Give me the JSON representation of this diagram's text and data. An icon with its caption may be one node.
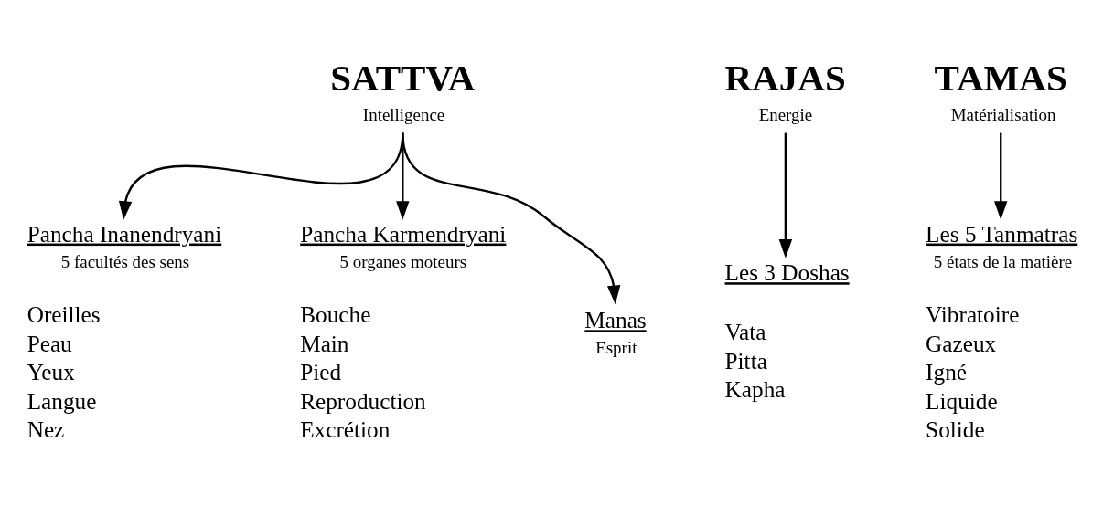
{
  "diagram": {
    "nodes": [
      {
        "text": [
          "SATTVA",
          "Intelligence"
        ]
      },
      {
        "text": [
          "RAJAS",
          "Energie"
        ]
      },
      {
        "text": [
          "TAMAS",
          "Matérialisation"
        ]
      },
      {
        "text": [
          "Pancha Inanendryani",
          "5 facultés des sens"
        ],
        "beside": [
          "Oreilles",
          "Peau",
          "Yeux",
          "Langue",
          "Nez"
        ]
      },
      {
        "text": [
          "Pancha Karmendryani",
          "5 organes moteurs"
        ],
        "beside": [
          "Bouche",
          "Main",
          "Pied",
          "Reproduction",
          "Excrétion"
        ]
      },
      {
        "text": [
          "Manas",
          "Esprit"
        ]
      },
      {
        "text": [
          "Les 3 Doshas"
        ],
        "beside": [
          "Vata",
          "Pitta",
          "Kapha"
        ]
      },
      {
        "text": [
          "Les 5 Tanmatras",
          "5 états de la matière"
        ],
        "beside": [
          "Vibratoire",
          "Gazeux",
          "Igné",
          "Liquide",
          "Solide"
        ]
      }
    ],
    "edges": [
      {
        "from": 0,
        "to": 3,
        "arrow": "to"
      },
      {
        "from": 0,
        "to": 4,
        "arrow": "to"
      },
      {
        "from": 0,
        "to": 5,
        "arrow": "to"
      },
      {
        "from": 1,
        "to": 6,
        "arrow": "to"
      },
      {
        "from": 2,
        "to": 7,
        "arrow": "to"
      }
    ]
  }
}
